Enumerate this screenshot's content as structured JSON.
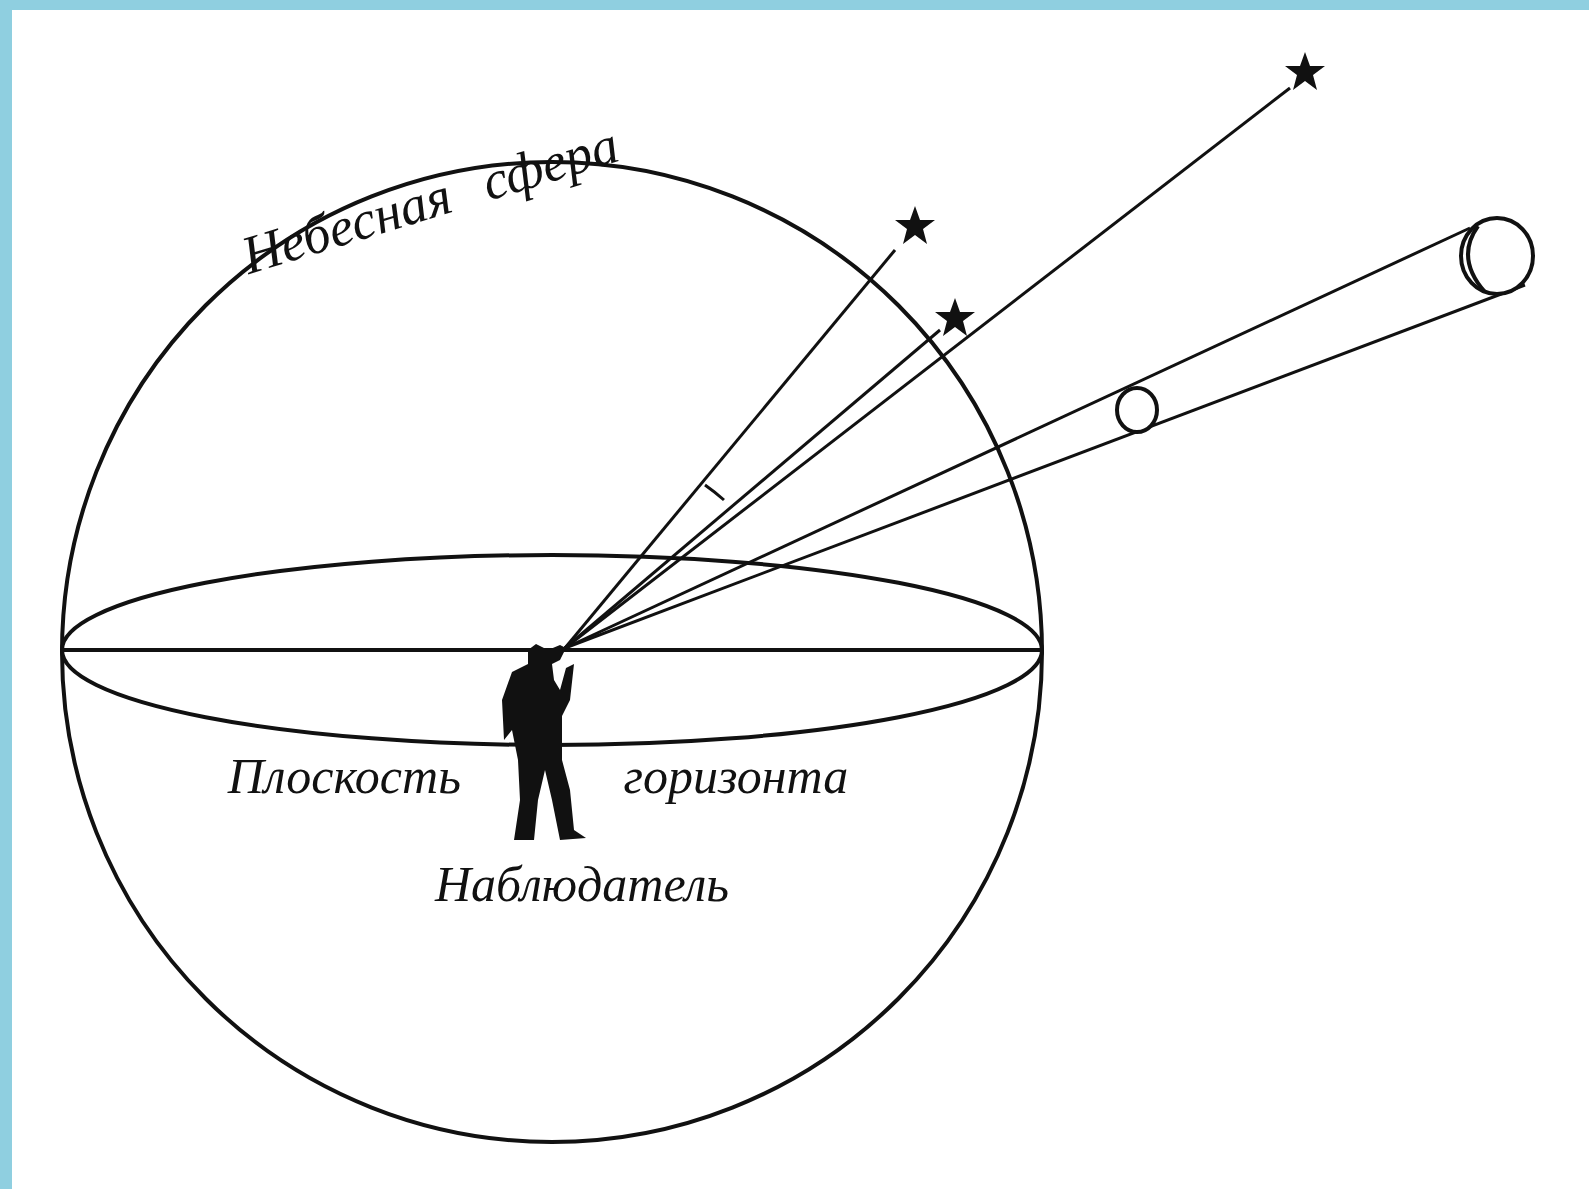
{
  "diagram": {
    "labels": [
      "Небесная сфера",
      "Плоскость горизонта",
      "Наблюдатель"
    ]
  }
}
